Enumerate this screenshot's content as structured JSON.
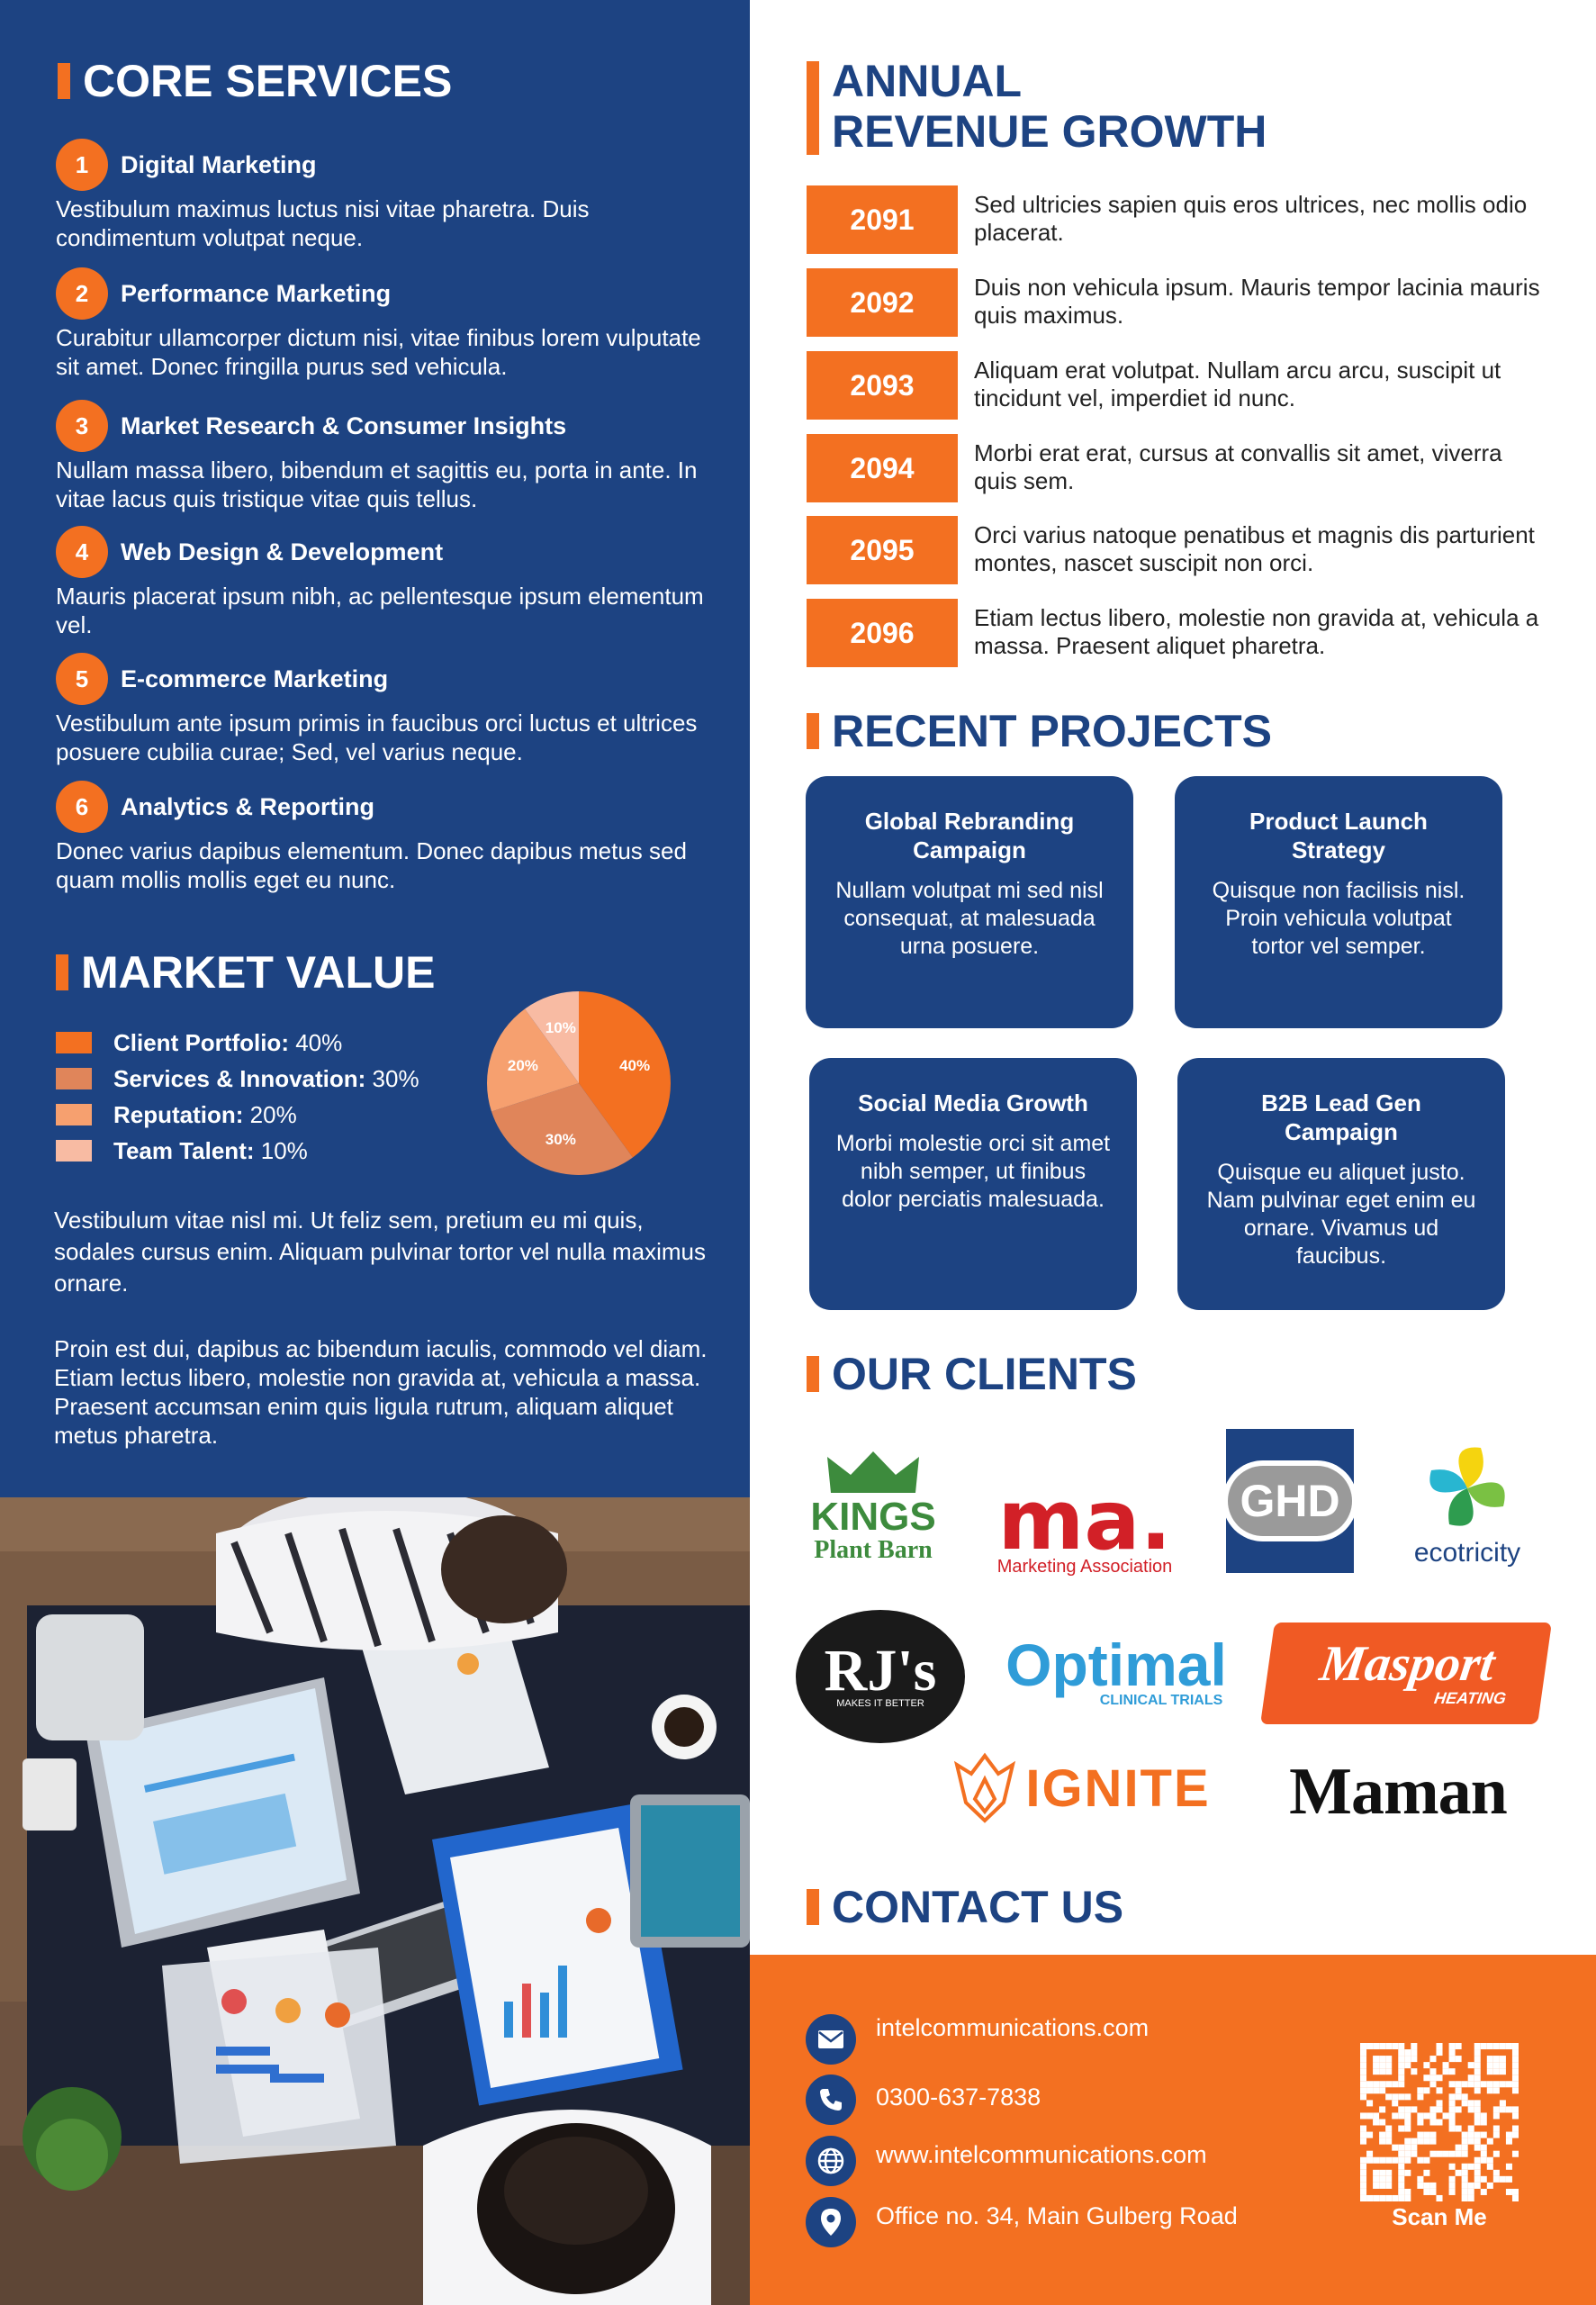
{
  "services": {
    "heading": "CORE SERVICES",
    "items": [
      {
        "num": "1",
        "title": "Digital Marketing",
        "desc": "Vestibulum maximus luctus nisi vitae pharetra. Duis condimentum volutpat neque."
      },
      {
        "num": "2",
        "title": "Performance Marketing",
        "desc": "Curabitur ullamcorper dictum nisi, vitae finibus lorem vulputate sit amet. Donec fringilla purus sed vehicula."
      },
      {
        "num": "3",
        "title": "Market Research & Consumer Insights",
        "desc": "Nullam massa libero, bibendum et sagittis eu, porta in ante. In vitae lacus quis tristique vitae quis tellus."
      },
      {
        "num": "4",
        "title": "Web Design & Development",
        "desc": "Mauris placerat ipsum nibh, ac pellentesque ipsum elementum vel."
      },
      {
        "num": "5",
        "title": "E-commerce Marketing",
        "desc": "Vestibulum ante ipsum primis in faucibus orci luctus et ultrices posuere cubilia curae; Sed, vel varius neque."
      },
      {
        "num": "6",
        "title": "Analytics & Reporting",
        "desc": "Donec varius dapibus elementum. Donec dapibus metus sed quam mollis mollis eget eu nunc."
      }
    ]
  },
  "market": {
    "heading": "MARKET VALUE",
    "legend": [
      {
        "label": "Client Portfolio:",
        "value": "40%"
      },
      {
        "label": "Services & Innovation:",
        "value": "30%"
      },
      {
        "label": "Reputation:",
        "value": "20%"
      },
      {
        "label": "Team Talent:",
        "value": "10%"
      }
    ],
    "para1": "Vestibulum vitae nisl mi. Ut feliz sem, pretium eu mi quis, sodales cursus enim. Aliquam pulvinar tortor vel nulla maximus ornare.",
    "para2": "Proin est dui, dapibus ac bibendum iaculis, commodo vel diam. Etiam lectus libero, molestie non gravida at, vehicula a massa. Praesent accumsan enim quis ligula rutrum, aliquam aliquet metus pharetra."
  },
  "chart_data": {
    "type": "pie",
    "categories": [
      "Client Portfolio",
      "Services & Innovation",
      "Reputation",
      "Team Talent"
    ],
    "values": [
      40,
      30,
      20,
      10
    ],
    "labels": [
      "40%",
      "30%",
      "20%",
      "10%"
    ],
    "colors": [
      "#f37021",
      "#e0855a",
      "#f6a06f",
      "#f8bba3"
    ]
  },
  "revenue": {
    "heading_line1": "ANNUAL",
    "heading_line2": "REVENUE GROWTH",
    "rows": [
      {
        "year": "2091",
        "text": "Sed ultricies sapien quis eros ultrices, nec mollis odio placerat."
      },
      {
        "year": "2092",
        "text": "Duis non vehicula ipsum. Mauris tempor lacinia mauris quis maximus."
      },
      {
        "year": "2093",
        "text": "Aliquam erat volutpat. Nullam arcu arcu, suscipit ut tincidunt vel, imperdiet id nunc."
      },
      {
        "year": "2094",
        "text": "Morbi erat erat, cursus at convallis sit amet, viverra quis sem."
      },
      {
        "year": "2095",
        "text": "Orci varius natoque penatibus et magnis dis parturient montes, nascet suscipit non orci."
      },
      {
        "year": "2096",
        "text": "Etiam lectus libero, molestie non gravida at, vehicula a massa. Praesent aliquet pharetra."
      }
    ]
  },
  "projects": {
    "heading": "RECENT PROJECTS",
    "items": [
      {
        "title": "Global Rebranding Campaign",
        "desc": "Nullam volutpat mi sed nisl consequat, at malesuada urna posuere."
      },
      {
        "title": "Product Launch Strategy",
        "desc": "Quisque non facilisis nisl. Proin vehicula volutpat tortor vel semper."
      },
      {
        "title": "Social Media Growth",
        "desc": "Morbi molestie orci sit amet nibh semper, ut finibus dolor perciatis malesuada."
      },
      {
        "title": "B2B Lead Gen Campaign",
        "desc": "Quisque eu aliquet justo. Nam pulvinar eget enim eu ornare. Vivamus ud faucibus."
      }
    ]
  },
  "clients": {
    "heading": "OUR CLIENTS",
    "logos": {
      "kings_line1": "KINGS",
      "kings_line2": "Plant Barn",
      "ma_main": "ma.",
      "ma_sub": "Marketing Association",
      "ghd": "GHD",
      "ecotricity": "ecotricity",
      "rjs_main": "RJ's",
      "rjs_sub": "MAKES IT BETTER",
      "optimal_main": "Optimal",
      "optimal_sub": "CLINICAL TRIALS",
      "masport_main": "Masport",
      "masport_sub": "HEATING",
      "ignite": "IGNITE",
      "maman": "Maman"
    }
  },
  "contact": {
    "heading": "CONTACT US",
    "email": "intelcommunications.com",
    "phone": "0300-637-7838",
    "website": "www.intelcommunications.com",
    "address": "Office no. 34, Main Gulberg Road",
    "scan": "Scan Me"
  },
  "colors": {
    "navy": "#1d4382",
    "orange": "#f37021"
  }
}
